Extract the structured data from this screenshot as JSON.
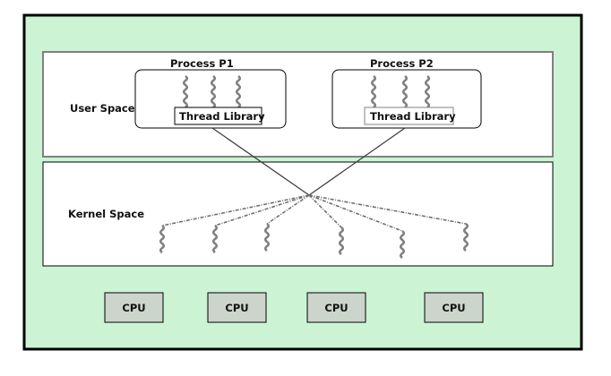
{
  "diagram": {
    "title": "Many-to-Many Thread Model",
    "colors": {
      "background": "#ccf4d4",
      "outer_border": "#000000",
      "user_space_border": "#808080",
      "kernel_space_border": "#000000",
      "cpu_fill": "#cbd5cb",
      "thread_color": "#808080",
      "connector": "#404040"
    },
    "user_space": {
      "label": "User Space",
      "processes": [
        {
          "id": "p1",
          "title": "Process P1",
          "library_label": "Thread Library",
          "user_threads": 3
        },
        {
          "id": "p2",
          "title": "Process P2",
          "library_label": "Thread Library",
          "user_threads": 3
        }
      ]
    },
    "kernel_space": {
      "label": "Kernel Space",
      "kernel_threads": 6
    },
    "cpus": [
      {
        "label": "CPU"
      },
      {
        "label": "CPU"
      },
      {
        "label": "CPU"
      },
      {
        "label": "CPU"
      }
    ],
    "mapping": "many-to-many"
  }
}
